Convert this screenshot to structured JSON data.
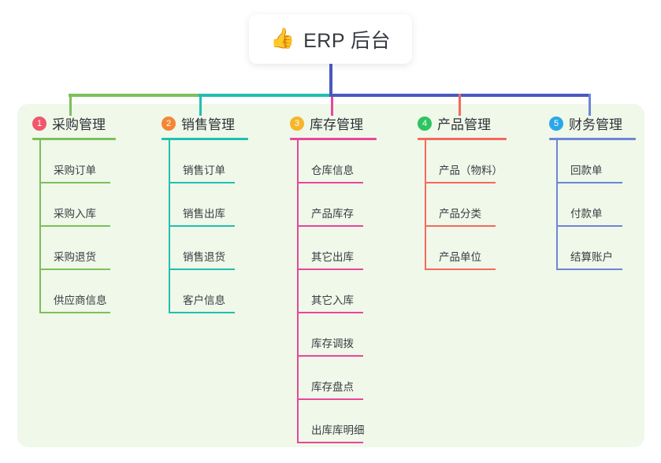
{
  "diagram": {
    "type": "mind-map",
    "root": {
      "icon": "thumbs-up-emoji",
      "emoji": "👍",
      "title": "ERP 后台"
    },
    "panel_color": "#eff8e9",
    "stem_color": "#4a58bf",
    "columns": [
      {
        "number": "1",
        "title": "采购管理",
        "badge_color": "#f2566b",
        "line_color": "#7cc05a",
        "items": [
          "采购订单",
          "采购入库",
          "采购退货",
          "供应商信息"
        ]
      },
      {
        "number": "2",
        "title": "销售管理",
        "badge_color": "#f58634",
        "line_color": "#22bfb0",
        "items": [
          "销售订单",
          "销售出库",
          "销售退货",
          "客户信息"
        ]
      },
      {
        "number": "3",
        "title": "库存管理",
        "badge_color": "#f5b62a",
        "line_color": "#e8479b",
        "items": [
          "仓库信息",
          "产品库存",
          "其它出库",
          "其它入库",
          "库存调拨",
          "库存盘点",
          "出库库明细"
        ]
      },
      {
        "number": "4",
        "title": "产品管理",
        "badge_color": "#2ec45f",
        "line_color": "#f4695f",
        "items": [
          "产品（物料）",
          "产品分类",
          "产品单位"
        ]
      },
      {
        "number": "5",
        "title": "财务管理",
        "badge_color": "#2ba7e8",
        "line_color": "#6c86d8",
        "items": [
          "回款单",
          "付款单",
          "结算账户"
        ]
      }
    ]
  }
}
